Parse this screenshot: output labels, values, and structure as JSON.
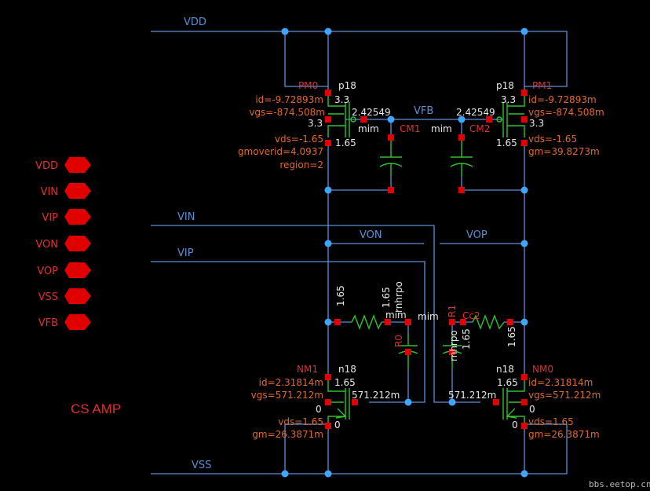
{
  "title": "CS AMP",
  "watermark": "bbs.eetop.cn",
  "pins": [
    {
      "name": "VDD"
    },
    {
      "name": "VIN"
    },
    {
      "name": "VIP"
    },
    {
      "name": "VON"
    },
    {
      "name": "VOP"
    },
    {
      "name": "VSS"
    },
    {
      "name": "VFB"
    }
  ],
  "nets": {
    "vdd": "VDD",
    "vss": "VSS",
    "vfb": "VFB",
    "von": "VON",
    "vop": "VOP",
    "vin": "VIN",
    "vip": "VIP"
  },
  "pm0": {
    "name": "PM0",
    "model": "p18",
    "bulk": "3.3",
    "gate": "3.3",
    "drain": "1.65",
    "vg": "2.42549",
    "id": "id=-9.72893m",
    "vgs": "vgs=-874.508m",
    "vds": "vds=-1.65",
    "gmoverid": "gmoverid=4.0937",
    "region": "region=2"
  },
  "pm1": {
    "name": "PM1",
    "model": "p18",
    "bulk": "3.3",
    "gate": "3.3",
    "drain": "1.65",
    "vg": "2.42549",
    "id": "id=-9.72893m",
    "vgs": "vgs=-874.508m",
    "vds": "vds=-1.65",
    "gm": "gm=39.8273m"
  },
  "nm1": {
    "name": "NM1",
    "model": "n18",
    "drain": "1.65",
    "vg": "571.212m",
    "bulk": "0",
    "source": "0",
    "id": "id=2.31814m",
    "vgs": "vgs=571.212m",
    "vds": "vds=1.65",
    "gm": "gm=26.3871m"
  },
  "nm0": {
    "name": "NM0",
    "model": "n18",
    "drain": "1.65",
    "vg": "571.212m",
    "bulk": "0",
    "source": "0",
    "id": "id=2.31814m",
    "vgs": "vgs=571.212m",
    "vds": "vds=1.65",
    "gm": "gm=26.3871m"
  },
  "cm1": {
    "name": "CM1",
    "model": "mim"
  },
  "cm2": {
    "name": "CM2",
    "model": "mim"
  },
  "r0": {
    "name": "R0",
    "model": "rnhrpo",
    "v_left": "1.65",
    "v_right": "1.65"
  },
  "r1": {
    "name": "R1",
    "model": "rnhrpo",
    "v_left": "1.65",
    "v_right": "1.65"
  },
  "cc1": {
    "model": "mim"
  },
  "cc2": {
    "name": "Cc2",
    "model": "mim"
  }
}
